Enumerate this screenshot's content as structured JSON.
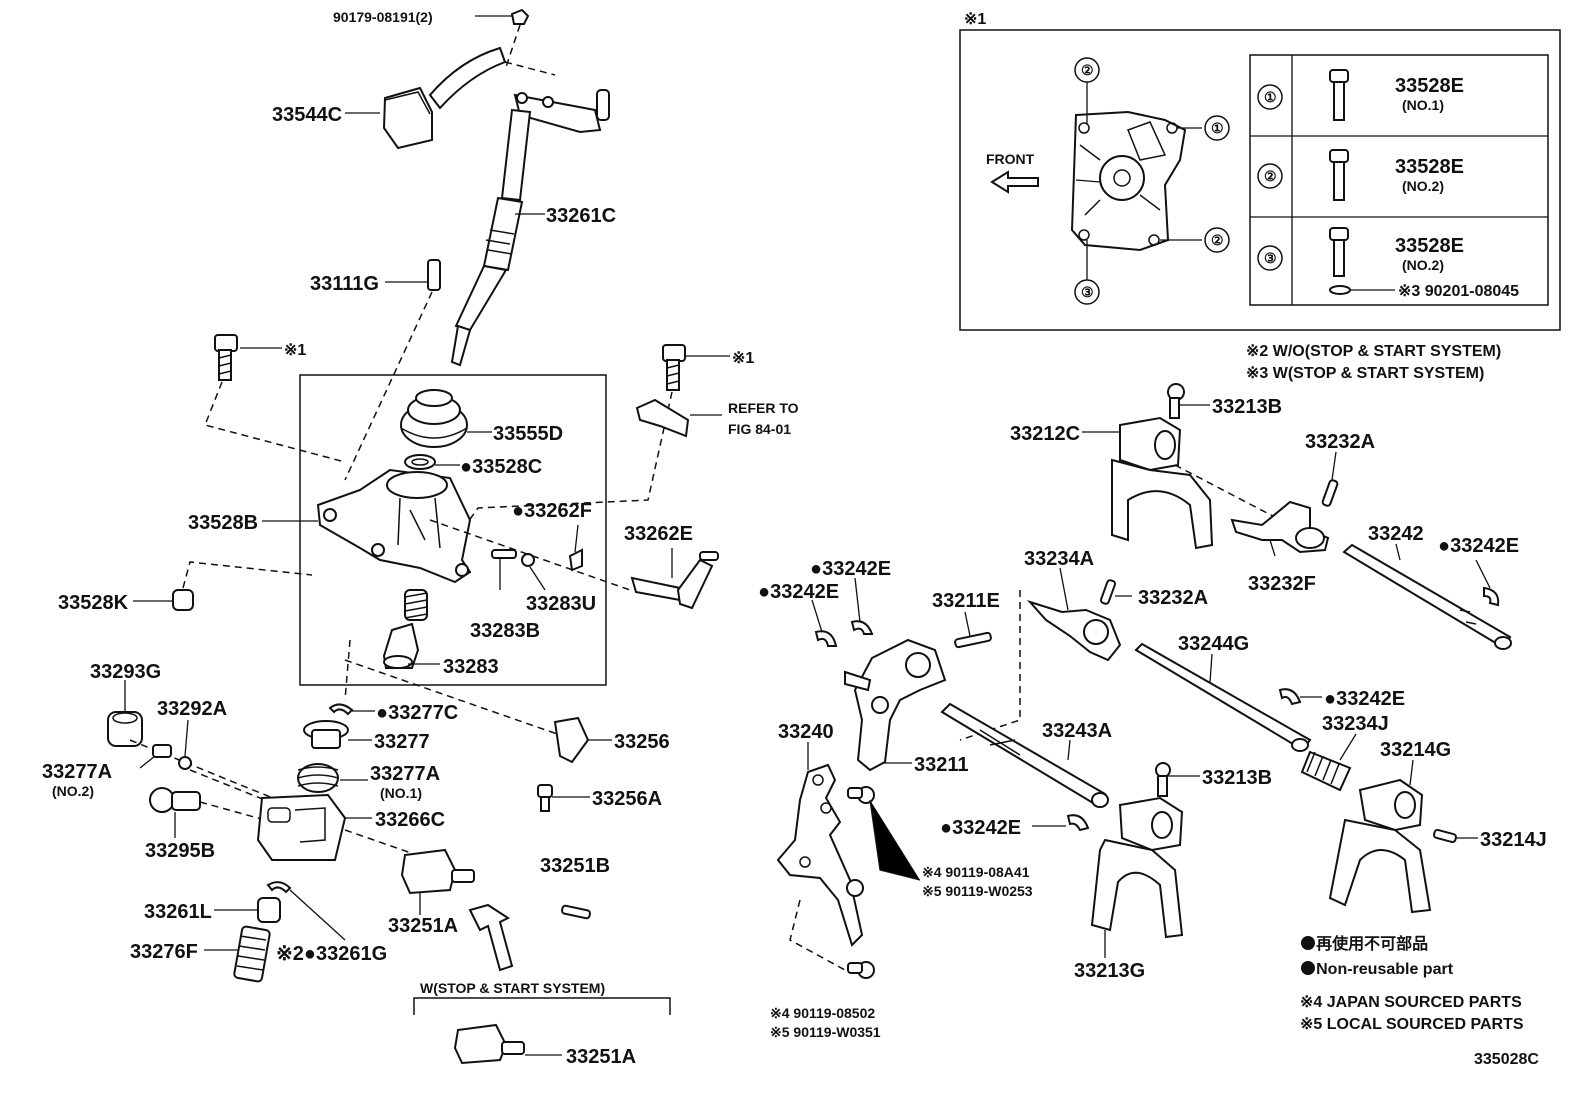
{
  "labels": {
    "p90179": "90179-08191(2)",
    "p33544C": "33544C",
    "p33261C": "33261C",
    "p33111G": "33111G",
    "p_x1_a": "※1",
    "p_x1_b": "※1",
    "p33555D": "33555D",
    "p33528C": "●33528C",
    "p33528B": "33528B",
    "p33262F": "●33262F",
    "p33262E": "33262E",
    "p33528K": "33528K",
    "p33283U": "33283U",
    "p33283B": "33283B",
    "p33283": "33283",
    "p33293G": "33293G",
    "p33292A": "33292A",
    "p33277C": "●33277C",
    "p33277": "33277",
    "p33277A_no2": "33277A",
    "p33277A_no2_sub": "(NO.2)",
    "p33277A_no1": "33277A",
    "p33277A_no1_sub": "(NO.1)",
    "p33266C": "33266C",
    "p33295B": "33295B",
    "p33256": "33256",
    "p33256A": "33256A",
    "p33251B": "33251B",
    "p33261L": "33261L",
    "p33251A": "33251A",
    "p33276F": "33276F",
    "p33261G": "※2●33261G",
    "p33251A_b": "33251A",
    "stop_start": "W(STOP & START SYSTEM)",
    "refer1": "REFER TO",
    "refer2": "FIG 84-01",
    "p33213B_top": "33213B",
    "p33212C": "33212C",
    "p33232A_top": "33232A",
    "p33232F": "33232F",
    "p33242": "33242",
    "p33242E_r": "●33242E",
    "p33242E_a": "●33242E",
    "p33242E_b": "●33242E",
    "p33234A": "33234A",
    "p33232A_mid": "33232A",
    "p33211E": "33211E",
    "p33244G": "33244G",
    "p33242E_c": "●33242E",
    "p33240": "33240",
    "p33243A": "33243A",
    "p33234J": "33234J",
    "p33214G": "33214G",
    "p33211": "33211",
    "p33213B_mid": "33213B",
    "p33242E_d": "●33242E",
    "p33214J": "33214J",
    "p90119_08A41": "※4 90119-08A41",
    "p90119_W0253": "※5 90119-W0253",
    "p33213G": "33213G",
    "p90119_08502": "※4 90119-08502",
    "p90119_W0351": "※5 90119-W0351",
    "inset_title": "※1",
    "front": "FRONT",
    "c1": "①",
    "c2": "②",
    "c3": "③",
    "row1_part": "33528E",
    "row1_sub": "(NO.1)",
    "row2_part": "33528E",
    "row2_sub": "(NO.2)",
    "row3_part": "33528E",
    "row3_sub": "(NO.2)",
    "row3_extra": "※3 90201-08045",
    "note2": "※2  W/O(STOP & START SYSTEM)",
    "note3": "※3 W(STOP & START SYSTEM)",
    "legend_jp": "● 再使用不可部品",
    "legend_en": "● Non-reusable part",
    "note4": "※4 JAPAN SOURCED PARTS",
    "note5": "※5 LOCAL SOURCED PARTS",
    "fig_code": "335028C"
  }
}
